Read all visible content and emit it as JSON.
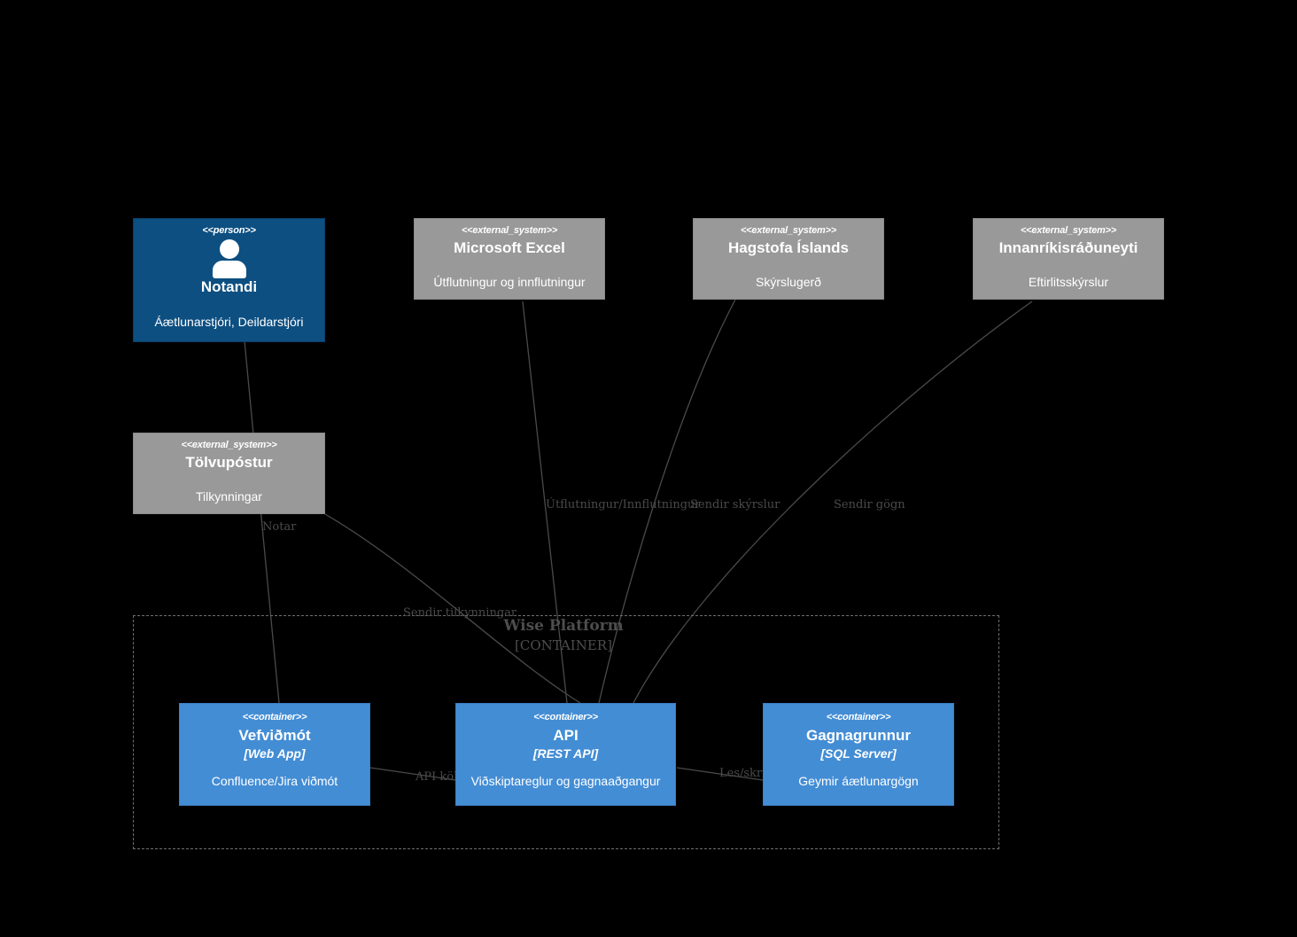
{
  "diagram": {
    "type": "c4-container-diagram",
    "background": "#000000",
    "boundary": {
      "name": "Wise Platform",
      "subtitle": "[CONTAINER]",
      "style": "dashed",
      "color": "#6e6e6e"
    },
    "colors": {
      "person": "#0d4f81",
      "external_system": "#999999",
      "container": "#438dd5",
      "edge": "#4a4a4a",
      "boundary": "#6e6e6e"
    }
  },
  "nodes": [
    {
      "id": "notandi",
      "kind": "person",
      "stereotype": "<<person>>",
      "title": "Notandi",
      "tech": "",
      "desc": "Áætlunarstjóri, Deildarstjóri",
      "icon": "person-icon"
    },
    {
      "id": "excel",
      "kind": "external_system",
      "stereotype": "<<external_system>>",
      "title": "Microsoft Excel",
      "tech": "",
      "desc": "Útflutningur og innflutningur"
    },
    {
      "id": "hagstofa",
      "kind": "external_system",
      "stereotype": "<<external_system>>",
      "title": "Hagstofa Íslands",
      "tech": "",
      "desc": "Skýrslugerð"
    },
    {
      "id": "innanrikis",
      "kind": "external_system",
      "stereotype": "<<external_system>>",
      "title": "Innanríkisráðuneyti",
      "tech": "",
      "desc": "Eftirlitsskýrslur"
    },
    {
      "id": "tolvupostur",
      "kind": "external_system",
      "stereotype": "<<external_system>>",
      "title": "Tölvupóstur",
      "tech": "",
      "desc": "Tilkynningar"
    },
    {
      "id": "vefvidmot",
      "kind": "container",
      "stereotype": "<<container>>",
      "title": "Vefviðmót",
      "tech": "[Web App]",
      "desc": "Confluence/Jira viðmót"
    },
    {
      "id": "api",
      "kind": "container",
      "stereotype": "<<container>>",
      "title": "API",
      "tech": "[REST API]",
      "desc": "Viðskiptareglur og gagnaaðgangur"
    },
    {
      "id": "gagnagrunnur",
      "kind": "container",
      "stereotype": "<<container>>",
      "title": "Gagnagrunnur",
      "tech": "[SQL Server]",
      "desc": "Geymir áætlunargögn"
    }
  ],
  "edges": [
    {
      "id": "e-notar",
      "from": "notandi",
      "to": "vefvidmot",
      "label": "Notar"
    },
    {
      "id": "e-tilkynn",
      "from": "tolvupostur",
      "to": "api",
      "label": "Sendir tilkynningar"
    },
    {
      "id": "e-excel",
      "from": "excel",
      "to": "api",
      "label": "Útflutningur/Innflutningur"
    },
    {
      "id": "e-skyrslur",
      "from": "hagstofa",
      "to": "api",
      "label": "Sendir skýrslur"
    },
    {
      "id": "e-gogn",
      "from": "innanrikis",
      "to": "api",
      "label": "Sendir gögn"
    },
    {
      "id": "e-apikoll",
      "from": "vefvidmot",
      "to": "api",
      "label": "API köll"
    },
    {
      "id": "e-lesskrifar",
      "from": "api",
      "to": "gagnagrunnur",
      "label": "Les/skrifar"
    }
  ]
}
